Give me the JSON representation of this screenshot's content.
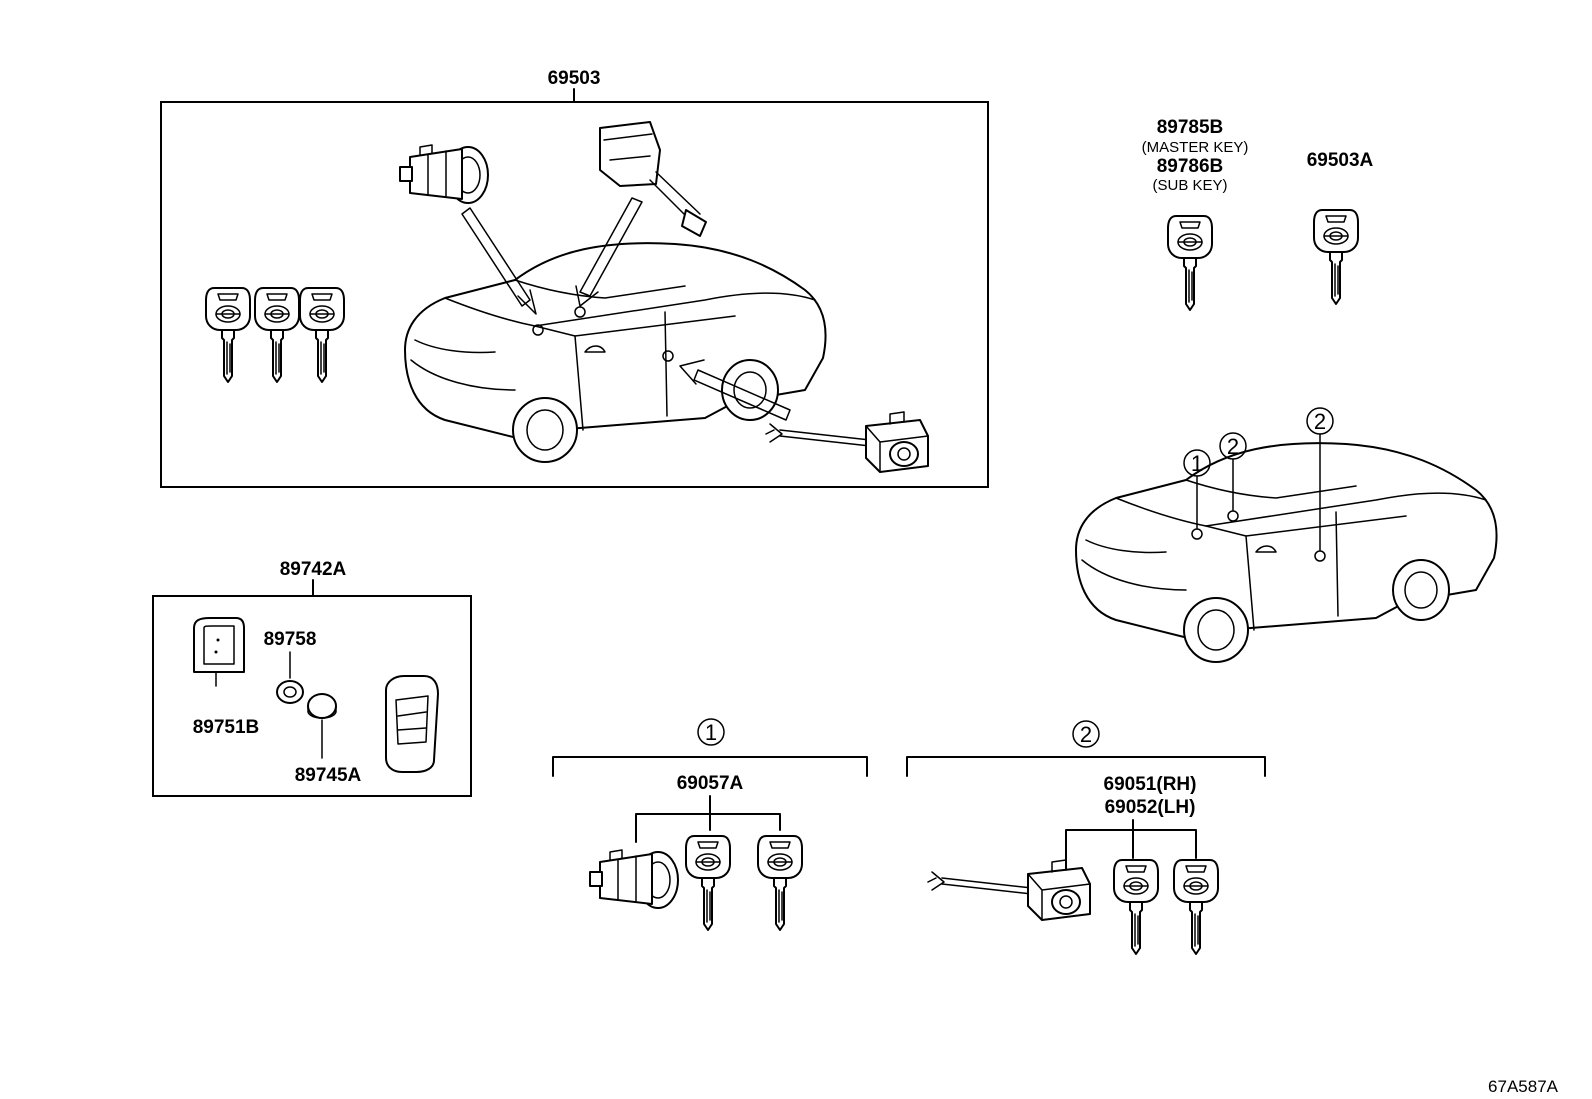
{
  "diagram": {
    "labels": {
      "p69503": "69503",
      "p89785b": "89785B",
      "master_key_note": "(MASTER KEY)",
      "p89786b": "89786B",
      "sub_key_note": "(SUB KEY)",
      "p69503a": "69503A",
      "p89742a": "89742A",
      "p89758": "89758",
      "p89751b": "89751B",
      "p89745a": "89745A",
      "p69057a": "69057A",
      "p69051": "69051(RH)",
      "p69052": "69052(LH)",
      "figure_code": "67A587A"
    },
    "callouts": {
      "ignition": "1",
      "doors": "2"
    }
  }
}
